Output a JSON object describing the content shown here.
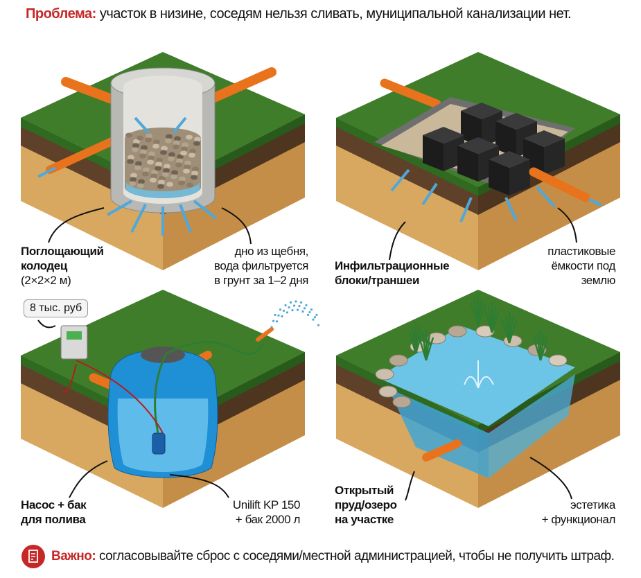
{
  "header": {
    "label": "Проблема:",
    "text": " участок в низине, соседям нельзя сливать, муниципальной канализации нет."
  },
  "panels": [
    {
      "title": [
        "Поглощающий",
        "колодец"
      ],
      "subtitle": "(2×2×2 м)",
      "note": [
        "дно из щебня,",
        "вода фильтруется",
        "в грунт за 1–2 дня"
      ]
    },
    {
      "title": [
        "Инфильтрационные",
        "блоки/траншеи"
      ],
      "note": [
        "пластиковые",
        "ёмкости под",
        "землю"
      ]
    },
    {
      "badge": "8 тыс. руб",
      "title": [
        "Насос + бак",
        "для полива"
      ],
      "note": [
        "Unilift KP 150",
        "+ бак 2000 л"
      ]
    },
    {
      "title": [
        "Открытый",
        "пруд/озеро",
        "на участке"
      ],
      "note": [
        "эстетика",
        "+ функционал"
      ]
    }
  ],
  "footer": {
    "label": "Важно:",
    "text": " согласовывайте сброс с соседями/местной администрацией, чтобы не получить штраф.",
    "icon": "document-warning-icon"
  },
  "colors": {
    "accent_red": "#c62828",
    "grass": "#3f7d2a",
    "soil_dark": "#5e4128",
    "sand": "#d8a860",
    "water": "#4fb3e0",
    "pipe": "#e8731c"
  }
}
